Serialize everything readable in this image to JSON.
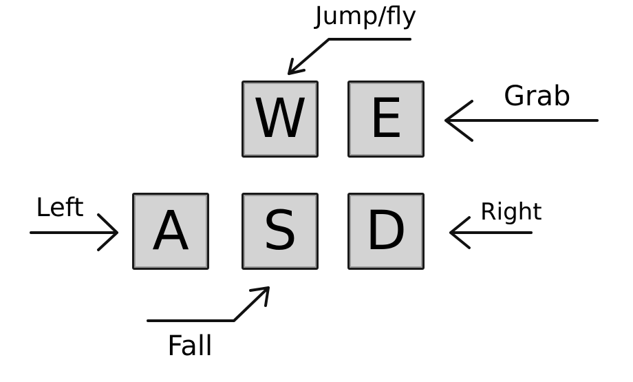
{
  "keys": {
    "w": "W",
    "e": "E",
    "a": "A",
    "s": "S",
    "d": "D"
  },
  "labels": {
    "jump": "Jump/fly",
    "grab": "Grab",
    "left": "Left",
    "right": "Right",
    "fall": "Fall"
  },
  "colors": {
    "key_fill": "#d3d3d3",
    "key_border": "#1a1a1a",
    "ink": "#111111",
    "background": "#ffffff"
  }
}
